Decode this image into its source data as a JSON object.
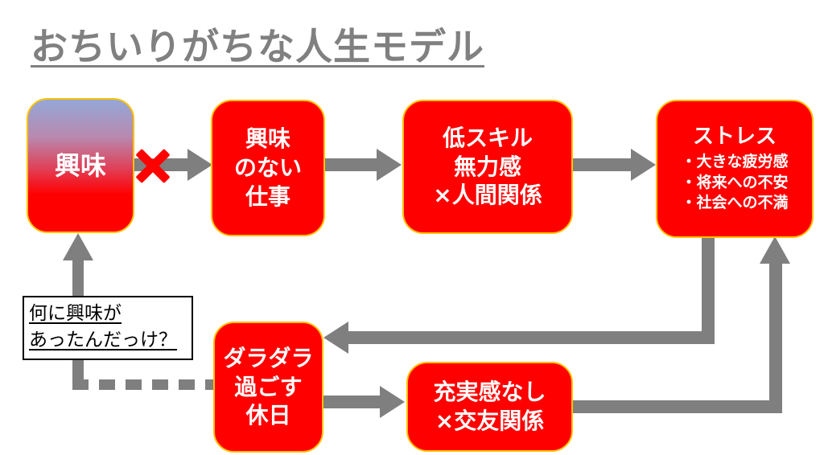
{
  "title": "おちいりがちな人生モデル",
  "icons": {
    "cross": "✖"
  },
  "colors": {
    "node_red": "#ff0000",
    "node_border": "#ffc000",
    "arrow_gray": "#7f7f7f",
    "title_gray": "#808080",
    "cross_red": "#ff0000",
    "interest_gradient_top": "#93a7d8"
  },
  "nodes": {
    "interest": {
      "label": "興味"
    },
    "boring_job": {
      "lines": [
        "興味",
        "のない",
        "仕事"
      ]
    },
    "low_skill": {
      "lines": [
        "低スキル",
        "無力感",
        "×人間関係"
      ]
    },
    "stress": {
      "title": "ストレス",
      "bullets": [
        "・大きな疲労感",
        "・将来への不安",
        "・社会への不満"
      ]
    },
    "lazy_holiday": {
      "lines": [
        "ダラダラ",
        "過ごす",
        "休日"
      ]
    },
    "no_fulfillment": {
      "lines": [
        "充実感なし",
        "×交友関係"
      ]
    },
    "question": {
      "lines": [
        "何に興味が",
        "あったんだっけ？"
      ]
    }
  }
}
